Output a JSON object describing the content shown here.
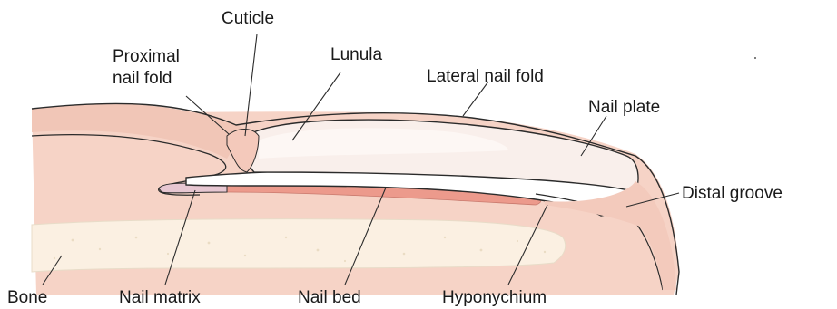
{
  "labels": {
    "cuticle": "Cuticle",
    "proximal_nail_fold_line1": "Proximal",
    "proximal_nail_fold_line2": "nail fold",
    "lunula": "Lunula",
    "lateral_nail_fold": "Lateral nail fold",
    "nail_plate": "Nail plate",
    "distal_groove": "Distal groove",
    "bone": "Bone",
    "nail_matrix": "Nail matrix",
    "nail_bed": "Nail bed",
    "hyponychium": "Hyponychium"
  },
  "colors": {
    "skin": "#f6d3c6",
    "skin_dark": "#eebfae",
    "nail_plate": "#ffffff",
    "lunula": "#f9efeb",
    "nail_bed": "#ec9a8c",
    "bone": "#fbf0e2",
    "outline": "#2b2b2b"
  }
}
